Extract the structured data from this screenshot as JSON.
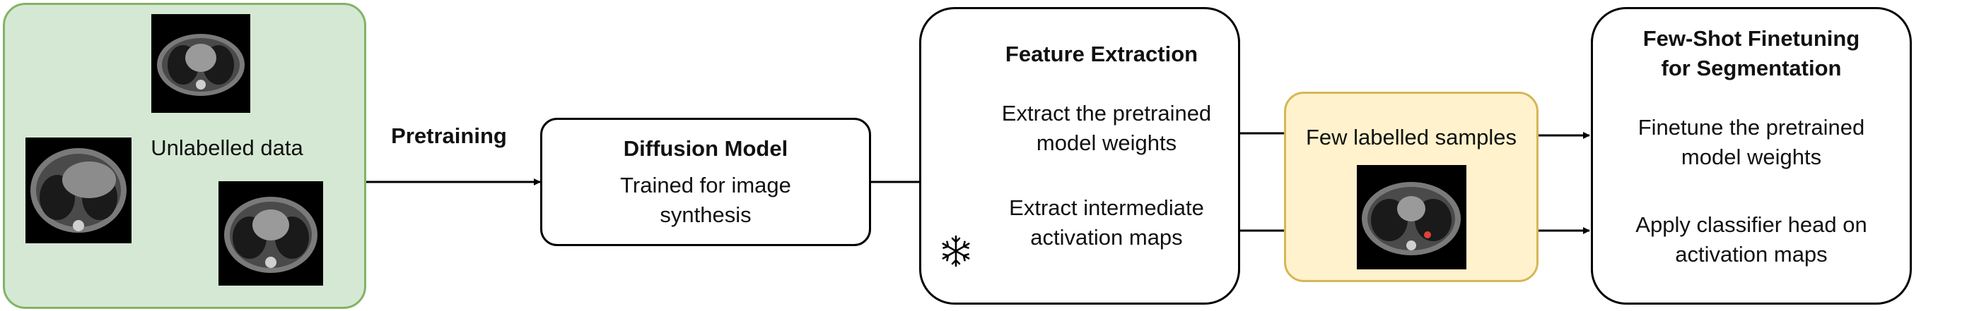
{
  "diagram": {
    "unlabelled": {
      "label": "Unlabelled data"
    },
    "pretraining_label": "Pretraining",
    "diffusion": {
      "title": "Diffusion Model",
      "desc_line1": "Trained for image",
      "desc_line2": "synthesis"
    },
    "feature": {
      "title": "Feature Extraction",
      "item1_line1": "Extract the pretrained",
      "item1_line2": "model weights",
      "item2_line1": "Extract intermediate",
      "item2_line2": "activation maps",
      "frozen_icon": "snowflake-icon"
    },
    "labelled": {
      "label": "Few labelled samples"
    },
    "finetune": {
      "title_line1": "Few-Shot Finetuning",
      "title_line2": "for Segmentation",
      "item1_line1": "Finetune the pretrained",
      "item1_line2": "model weights",
      "item2_line1": "Apply classifier head on",
      "item2_line2": "activation maps"
    }
  },
  "colors": {
    "unlabelled_fill": "#d5e8d4",
    "unlabelled_border": "#82b366",
    "labelled_fill": "#fff2cc",
    "labelled_border": "#d6b656",
    "lesion": "#e0433a"
  }
}
